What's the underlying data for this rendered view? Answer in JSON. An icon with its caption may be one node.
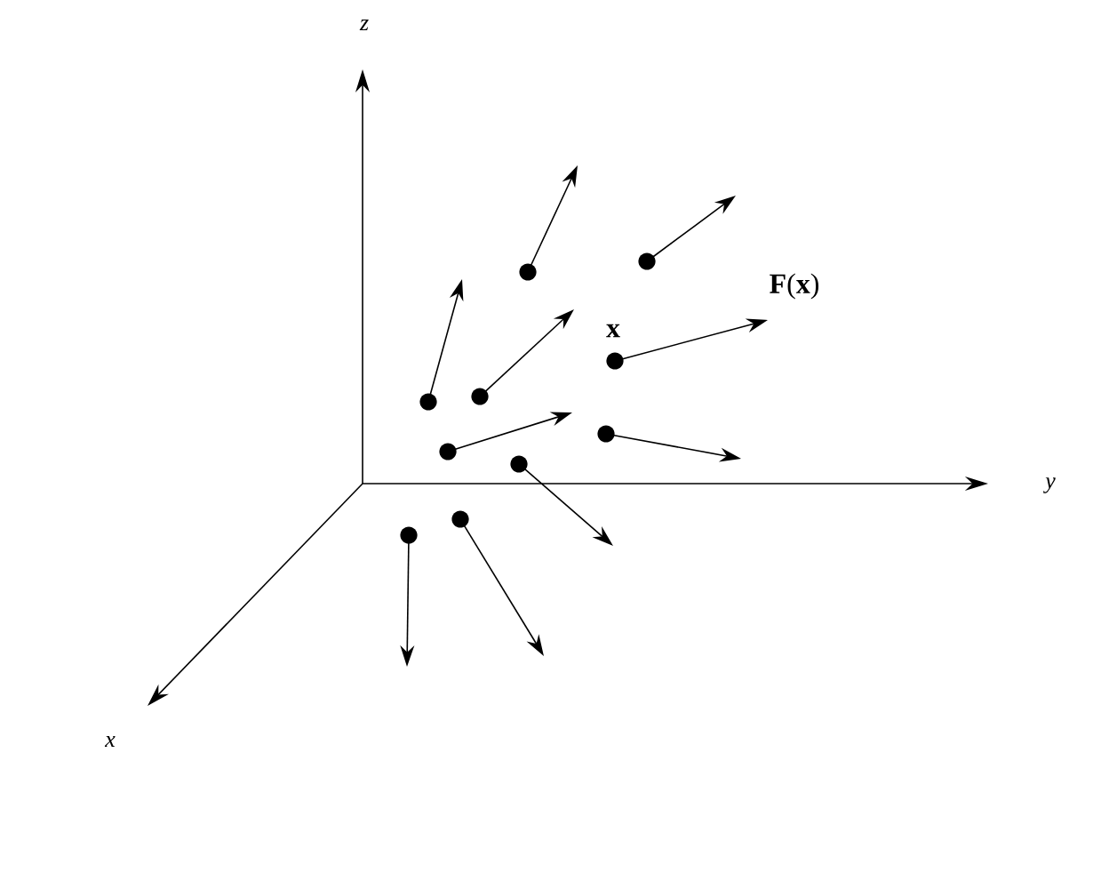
{
  "diagram": {
    "labels": [
      "z",
      "**F**(**x**)",
      "x",
      "y",
      "x"
    ]
  }
}
